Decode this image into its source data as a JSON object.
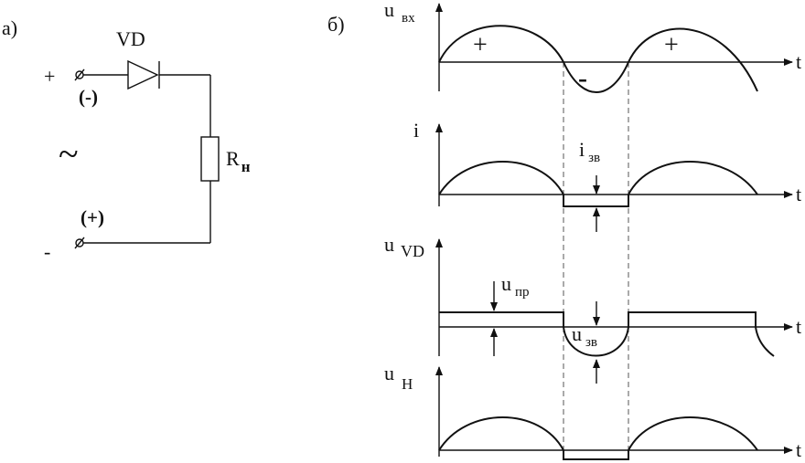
{
  "circuit": {
    "panel_label": "а)",
    "diode_label": "VD",
    "terminal_top_sign": "+",
    "terminal_top_polarity": "(-)",
    "terminal_bottom_sign": "-",
    "terminal_bottom_polarity": "(+)",
    "ac_symbol": "~",
    "resistor_label_main": "R",
    "resistor_label_sub": "н"
  },
  "waveforms": {
    "panel_label": "б)",
    "time_label": "t",
    "u_in": {
      "label_main": "u",
      "label_sub": "вх",
      "plus_1": "+",
      "minus": "-",
      "plus_2": "+"
    },
    "current": {
      "label_main": "i",
      "annotation_main": "i",
      "annotation_sub": "зв"
    },
    "u_vd": {
      "label_main": "u",
      "label_sub": "VD",
      "forward_main": "u",
      "forward_sub": "пр",
      "reverse_main": "u",
      "reverse_sub": "зв"
    },
    "u_load": {
      "label_main": "u",
      "label_sub": "Н"
    }
  }
}
